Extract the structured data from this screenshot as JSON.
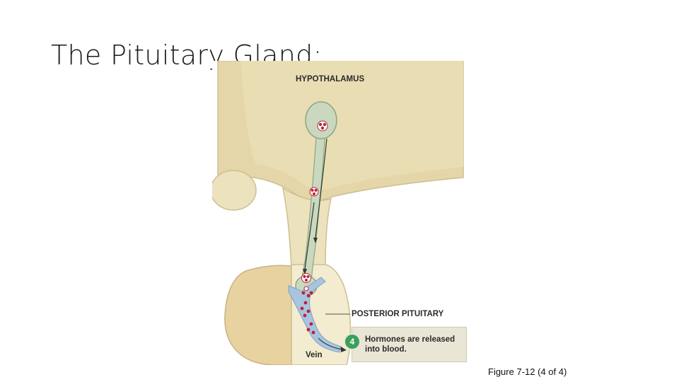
{
  "slide": {
    "title": "The Pituitary Gland:",
    "caption": "Figure 7-12 (4 of 4)"
  },
  "figure": {
    "labels": {
      "hypothalamus": "HYPOTHALAMUS",
      "posterior_pituitary": "POSTERIOR PITUITARY",
      "vein": "Vein"
    },
    "step": {
      "number": "4",
      "text": "Hormones are released into blood."
    },
    "colors": {
      "tissue": "#e9ddb4",
      "tissue_outline": "#cdbf92",
      "tissue_light": "#f3ecd0",
      "neuron": "#c9d8bf",
      "neuron_outline": "#8da686",
      "vein": "#a9c4e0",
      "hormone": "#b8243a",
      "step_badge": "#3aa15a",
      "callout": "#eae6d5"
    }
  }
}
